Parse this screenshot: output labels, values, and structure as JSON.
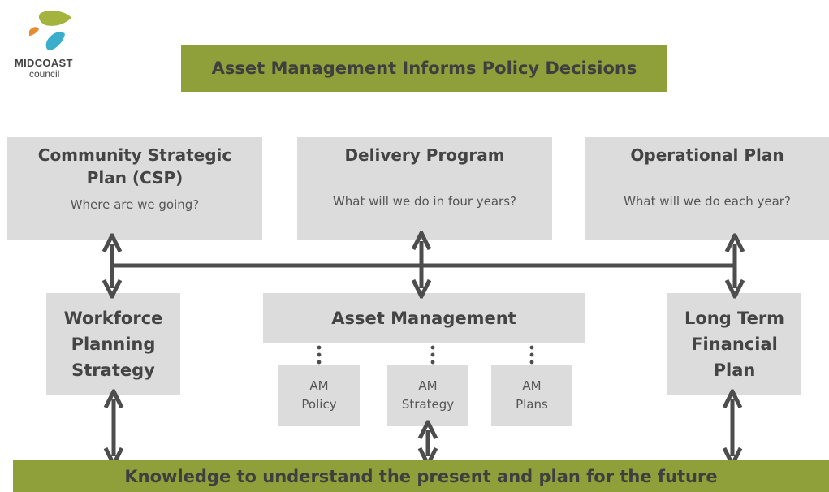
{
  "logo": {
    "name": "MIDCOAST",
    "sub": "council",
    "colors": [
      "#a3b33e",
      "#e58c30",
      "#3aaeca"
    ]
  },
  "header": {
    "title": "Asset Management Informs Policy Decisions"
  },
  "top_boxes": [
    {
      "title": "Community Strategic Plan (CSP)",
      "question": "Where are we going?"
    },
    {
      "title": "Delivery Program",
      "question": "What will we do in four years?"
    },
    {
      "title": "Operational Plan",
      "question": "What will we do each year?"
    }
  ],
  "middle_boxes": {
    "left": {
      "lines": [
        "Workforce",
        "Planning",
        "Strategy"
      ]
    },
    "center": {
      "title": "Asset Management"
    },
    "right": {
      "lines": [
        "Long Term",
        "Financial",
        "Plan"
      ]
    }
  },
  "am_sub": [
    {
      "lines": [
        "AM",
        "Policy"
      ]
    },
    {
      "lines": [
        "AM",
        "Strategy"
      ]
    },
    {
      "lines": [
        "AM",
        "Plans"
      ]
    }
  ],
  "footer": {
    "text": "Knowledge to understand the present and plan for the future"
  },
  "colors": {
    "green": "#8f9f3a",
    "box_gray": "#dcdcdc",
    "line": "#4d4d4d"
  }
}
